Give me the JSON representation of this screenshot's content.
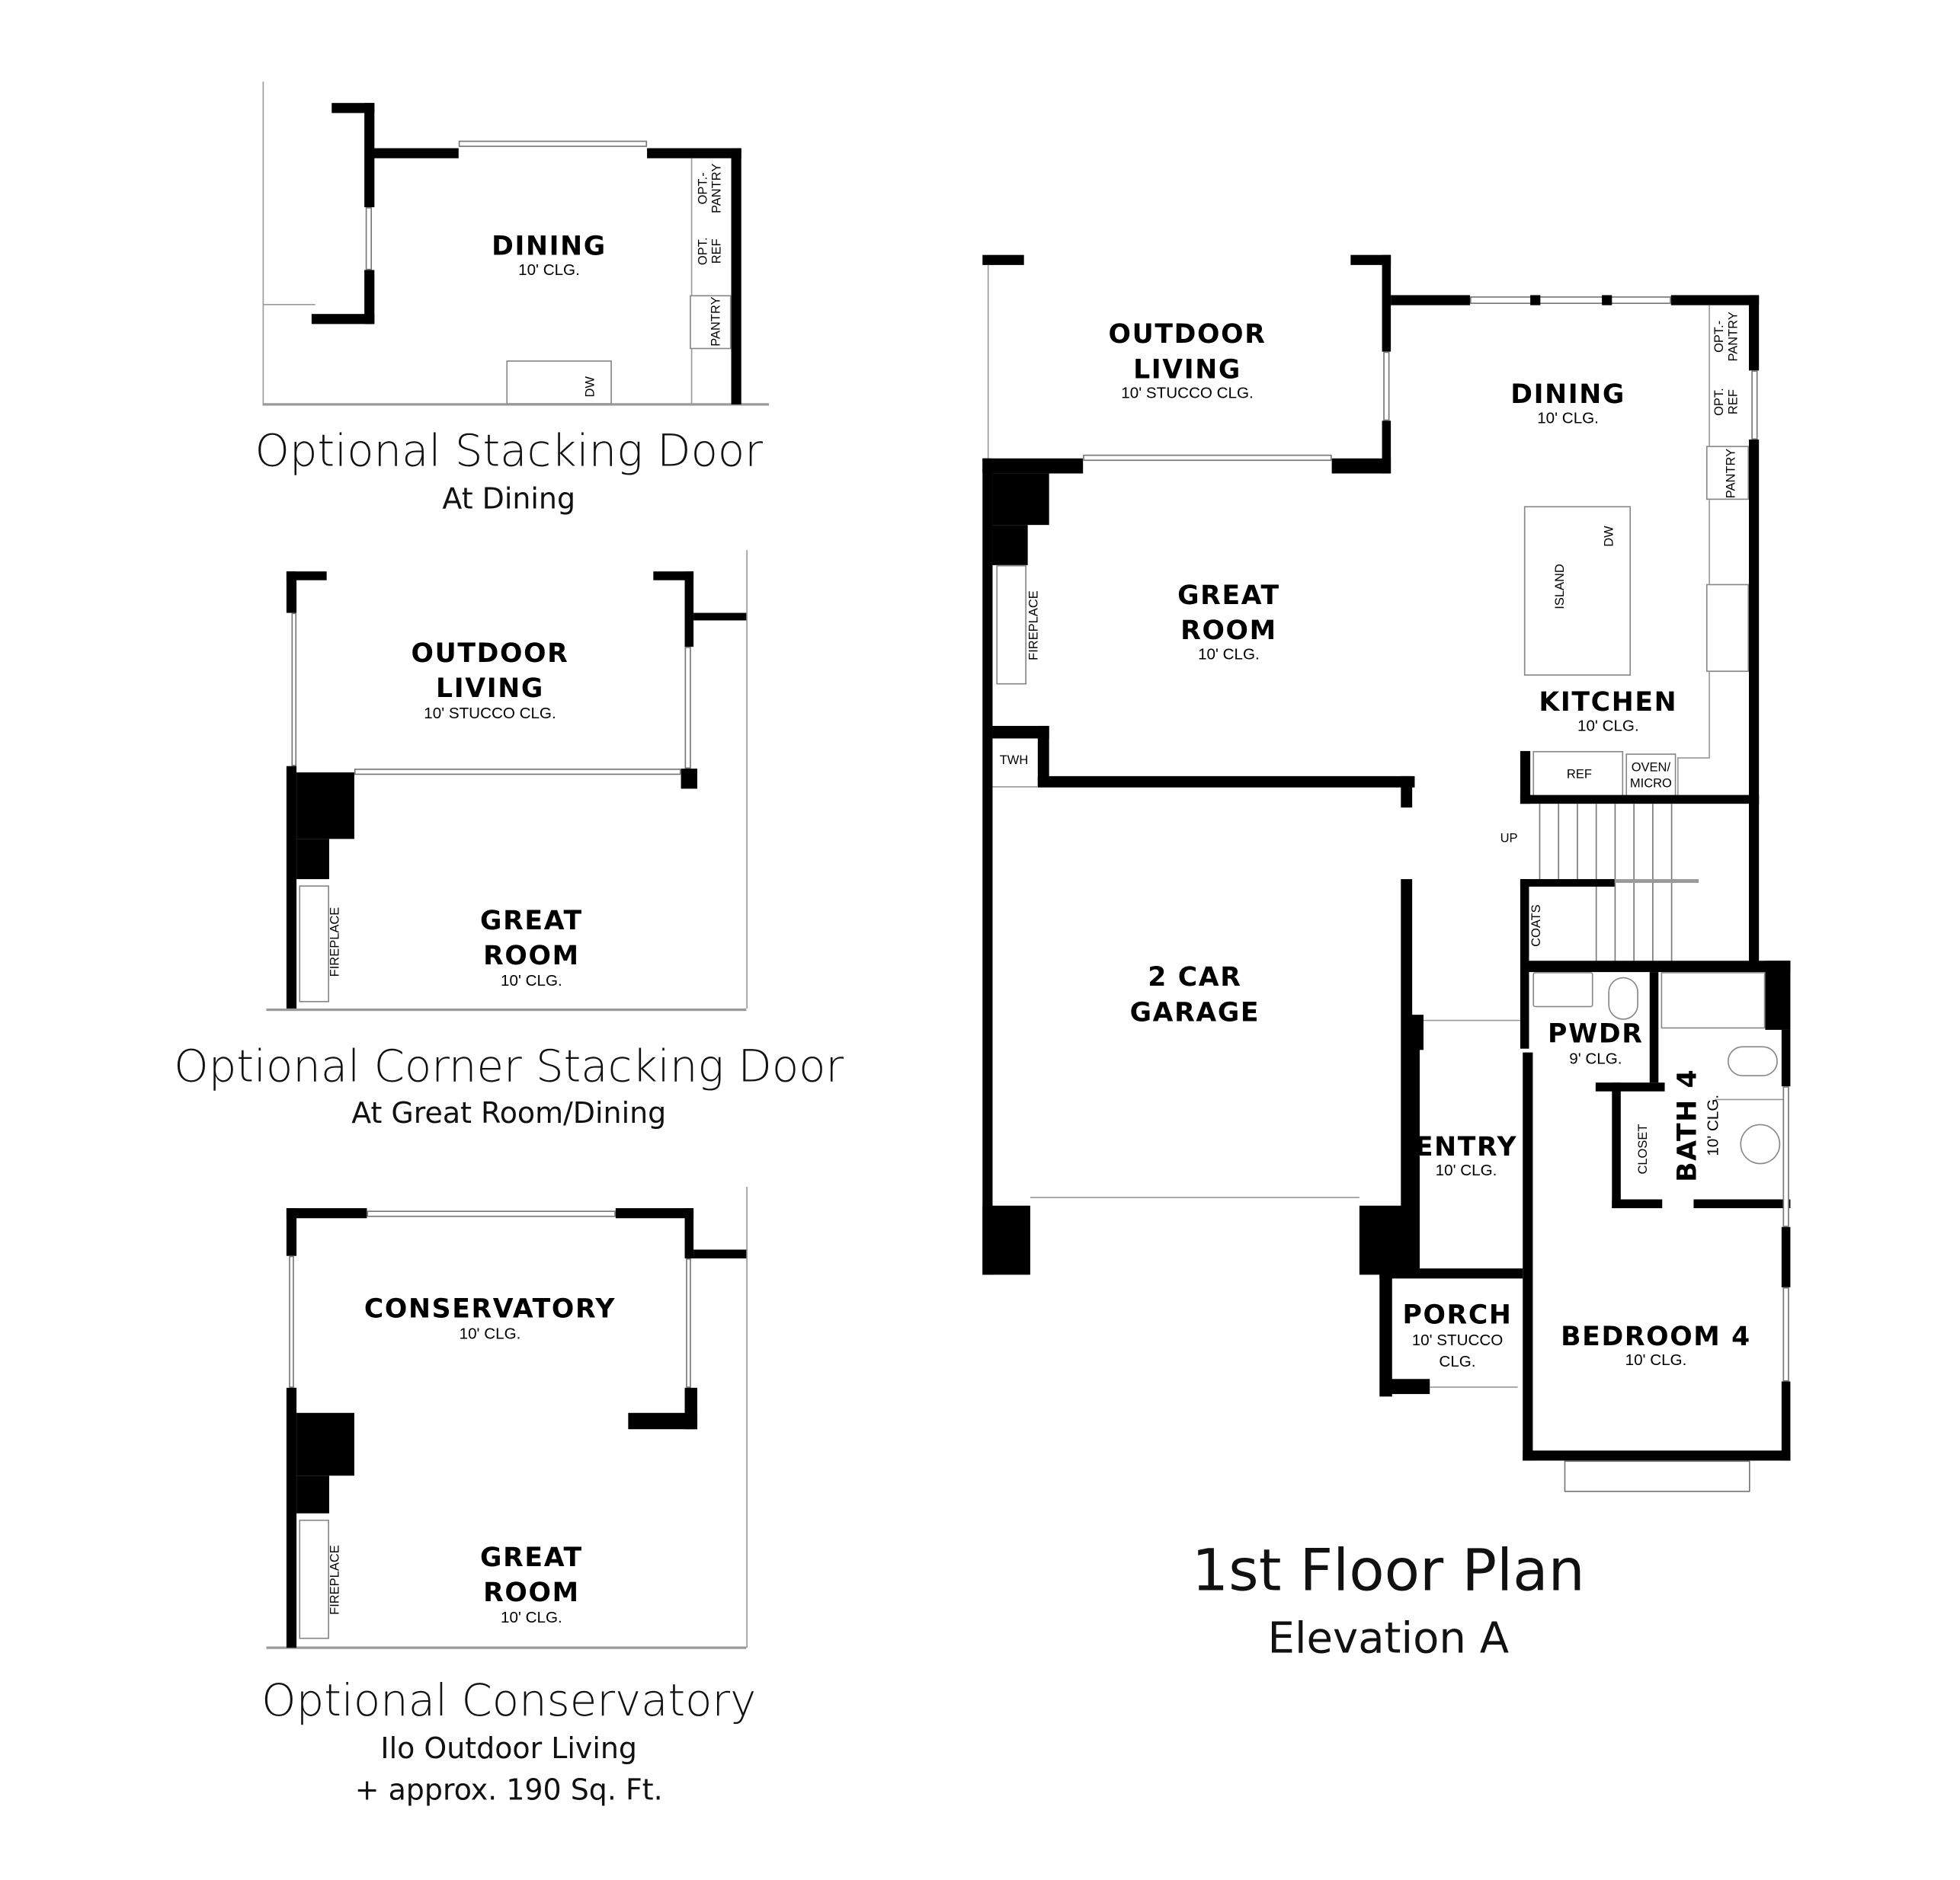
{
  "option_stacking_door": {
    "caption": "Optional Stacking Door",
    "subcaption": "At Dining",
    "rooms": {
      "dining": "DINING",
      "dining_clg": "10' CLG."
    },
    "fixtures": {
      "opt_pantry": "OPT.-\nPANTRY",
      "opt_ref": "OPT.\nREF",
      "pantry": "PANTRY",
      "dw": "DW"
    }
  },
  "option_corner_stacking_door": {
    "caption": "Optional Corner Stacking Door",
    "subcaption": "At Great Room/Dining",
    "rooms": {
      "outdoor": "OUTDOOR",
      "living": "LIVING",
      "outdoor_clg": "10' STUCCO CLG.",
      "great": "GREAT",
      "room": "ROOM",
      "great_clg": "10' CLG."
    },
    "fixtures": {
      "fireplace": "FIREPLACE"
    }
  },
  "option_conservatory": {
    "caption": "Optional Conservatory",
    "subcaption": "Ilo Outdoor Living",
    "note": "+ approx. 190 Sq. Ft.",
    "rooms": {
      "conservatory": "CONSERVATORY",
      "conservatory_clg": "10' CLG.",
      "great": "GREAT",
      "room": "ROOM",
      "great_clg": "10' CLG."
    },
    "fixtures": {
      "fireplace": "FIREPLACE"
    }
  },
  "main_plan": {
    "title": "1st Floor Plan",
    "subtitle": "Elevation A",
    "rooms": {
      "outdoor": "OUTDOOR",
      "living": "LIVING",
      "outdoor_clg": "10' STUCCO CLG.",
      "dining": "DINING",
      "dining_clg": "10' CLG.",
      "great": "GREAT",
      "room": "ROOM",
      "great_clg": "10' CLG.",
      "kitchen": "KITCHEN",
      "kitchen_clg": "10' CLG.",
      "garage1": "2 CAR",
      "garage2": "GARAGE",
      "entry": "ENTRY",
      "entry_clg": "10' CLG.",
      "pwdr": "PWDR",
      "pwdr_clg": "9' CLG.",
      "bath4": "BATH 4",
      "bath4_clg": "10' CLG.",
      "porch": "PORCH",
      "porch_clg1": "10' STUCCO",
      "porch_clg2": "CLG.",
      "bedroom4": "BEDROOM 4",
      "bedroom4_clg": "10' CLG."
    },
    "fixtures": {
      "opt_pantry": "OPT.-\nPANTRY",
      "opt_ref": "OPT.\nREF",
      "pantry": "PANTRY",
      "island": "ISLAND",
      "dw": "DW",
      "ref": "REF",
      "oven_micro": "OVEN/\nMICRO",
      "twh": "TWH",
      "fireplace": "FIREPLACE",
      "up": "UP",
      "coats": "COATS",
      "closet": "CLOSET"
    }
  }
}
